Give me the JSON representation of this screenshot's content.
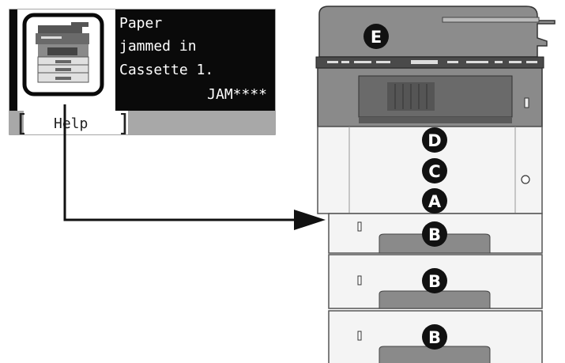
{
  "panel": {
    "message_lines": [
      "Paper",
      "jammed in",
      "Cassette 1."
    ],
    "code": "JAM****",
    "help_label": "Help",
    "help_bracket_left": "[",
    "help_bracket_right": "]",
    "printer_icon": "printer-icon"
  },
  "printer": {
    "labels": {
      "document_processor": "E",
      "right_cover": "D",
      "paper_feed": "C",
      "cassette_1": "A",
      "cassette_b1": "B",
      "cassette_b2": "B",
      "cassette_b3": "B"
    }
  },
  "colors": {
    "panel_black": "#0a0a0a",
    "panel_gray": "#a8a8a8",
    "printer_dark": "#7a7a7a",
    "printer_light": "#f2f2f2",
    "badge": "#111111",
    "arrow": "#111111"
  }
}
